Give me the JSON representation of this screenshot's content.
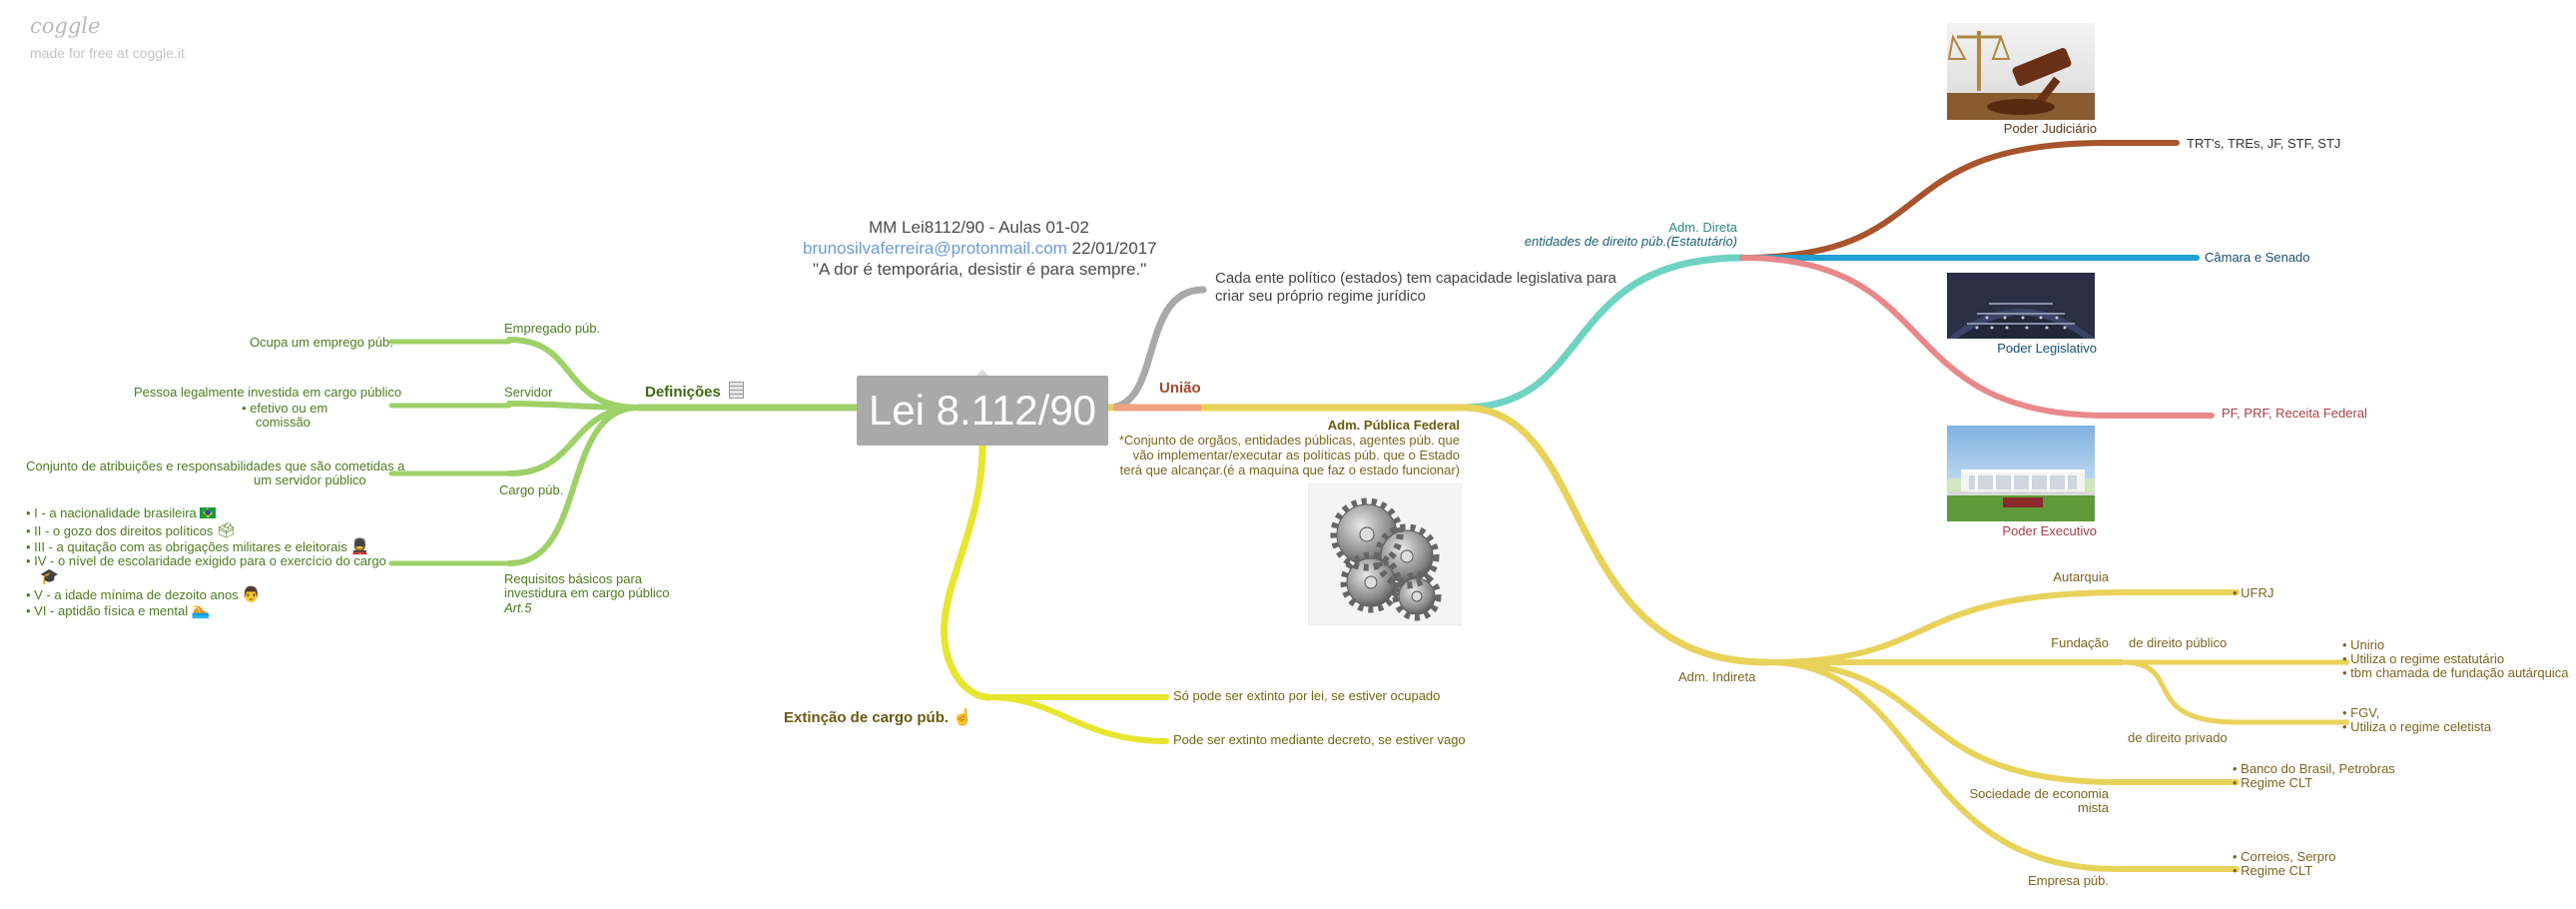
{
  "branding": {
    "logo": "coggle",
    "made_with": "made for free at coggle.it"
  },
  "header": {
    "title": "MM Lei8112/90 - Aulas 01-02",
    "email": "brunosilvaferreira@protonmail.com",
    "date": "22/01/2017",
    "motto": "\"A dor é temporária, desistir é para sempre.\""
  },
  "central": {
    "label": "Lei 8.112/90"
  },
  "definicoes": {
    "label": "Definições",
    "icon": "notepad-icon",
    "empregado": {
      "label": "Empregado púb.",
      "desc": "Ocupa um emprego púb."
    },
    "servidor": {
      "label": "Servidor",
      "desc": "Pessoa legalmente investida em cargo público",
      "bullet_1": "efetivo ou em",
      "bullet_2": "comissão"
    },
    "cargo": {
      "label": "Cargo púb.",
      "desc_1": "Conjunto de atribuições e responsabilidades que são cometidas a",
      "desc_2": "um servidor público"
    },
    "requisitos": {
      "label_1": "Requisitos básicos para",
      "label_2": "investidura em cargo público",
      "ref": "Art.5",
      "items": [
        {
          "text": "I - a nacionalidade brasileira",
          "icon": "brazil-flag-icon"
        },
        {
          "text": "II - o gozo dos direitos políticos",
          "icon": "ballot-icon"
        },
        {
          "text": "III - a quitação com as obrigações militares e eleitorais",
          "icon": "guard-icon"
        },
        {
          "text": "IV - o nível de escolaridade exigido para o exercício do cargo",
          "icon": "graduate-icon"
        },
        {
          "text": "V - a idade mínima de dezoito anos",
          "icon": "mustache-face-icon"
        },
        {
          "text": "VI - aptidão física e mental",
          "icon": "swimmer-icon"
        }
      ]
    }
  },
  "uniao": {
    "label": "União",
    "note_1": "Cada ente político (estados) tem capacidade legislativa para",
    "note_2": "criar seu próprio regime jurídico"
  },
  "adm_federal": {
    "label": "Adm. Pública Federal",
    "desc_1": "*Conjunto de orgãos, entidades públicas, agentes púb. que",
    "desc_2": "vão implementar/executar as políticas púb. que o Estado",
    "desc_3": "terá que alcançar.(é a maquina que faz o estado funcionar)",
    "image": "gears-image"
  },
  "adm_direta": {
    "label": "Adm. Direta",
    "sub": "entidades de direito púb.(Estatutário)",
    "judiciario": {
      "label": "Poder Judiciário",
      "items": "TRT's, TREs, JF, STF, STJ",
      "image": "gavel-image"
    },
    "legislativo": {
      "label": "Poder Legislativo",
      "items": "Câmara e Senado",
      "image": "parliament-image"
    },
    "executivo": {
      "label": "Poder Executivo",
      "items": "PF, PRF, Receita Federal",
      "image": "palace-image"
    }
  },
  "adm_indireta": {
    "label": "Adm. Indireta",
    "autarquia": {
      "label": "Autarquia",
      "item": "UFRJ"
    },
    "fundacao": {
      "label": "Fundação",
      "publico": {
        "label": "de direito público",
        "items": [
          "Unirio",
          "Utiliza o regime estatutário",
          "tbm chamada de fundação autárquica"
        ]
      },
      "privado": {
        "label": "de direito privado",
        "items": [
          "FGV,",
          "Utiliza o regime celetista"
        ]
      }
    },
    "sociedade": {
      "label_1": "Sociedade de economia",
      "label_2": "mista",
      "items": [
        "Banco do Brasil, Petrobras",
        "Regime CLT"
      ]
    },
    "empresa": {
      "label": "Empresa púb.",
      "items": [
        "Correios, Serpro",
        "Regime CLT"
      ]
    }
  },
  "extincao": {
    "label": "Extinção de cargo púb.",
    "icon": "finger-icon",
    "item_1": "Só pode ser extinto por lei, se estiver ocupado",
    "item_2": "Pode ser extinto mediante decreto, se estiver vago"
  },
  "colors": {
    "definicoes": "#9ed168",
    "extincao": "#e7e62e",
    "uniao": "#a9a9a9",
    "adm_federal": "#e9d25a",
    "adm_direta": "#6fd3c2",
    "judiciario": "#a8542c",
    "legislativo": "#1fa0d0",
    "executivo": "#e8888a",
    "adm_indireta": "#e9d25a"
  }
}
